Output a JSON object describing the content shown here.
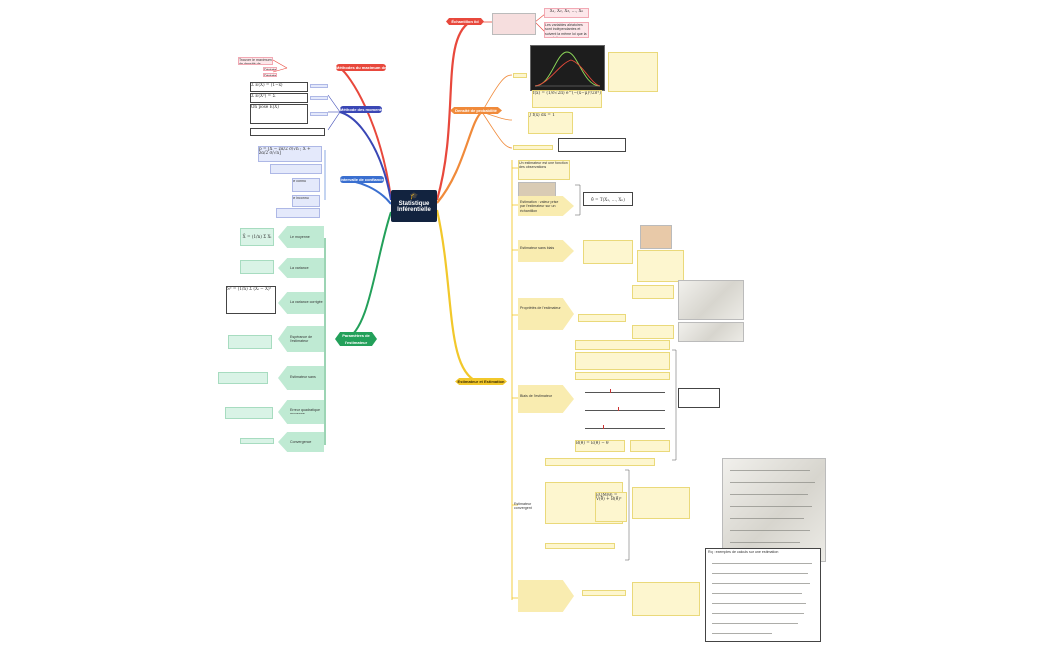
{
  "center": {
    "title": "Statistique Inférentielle",
    "icon": "graduation-cap-icon"
  },
  "branches": {
    "red_top": {
      "label": "Échantillon iid",
      "formula": "X₁, X₂, X₃, …, Xₙ",
      "note": "Les variables aléatoires sont indépendantes et suivent la même loi que la population"
    },
    "orange": {
      "label": "Densité de probabilité"
    },
    "yellow": {
      "label": "Estimateur et Estimation"
    },
    "green": {
      "label": "Paramètres de l'estimateur"
    },
    "red_left": {
      "label": "Méthodes du maximum de vraisemblance"
    },
    "blue_left": {
      "label": "Méthode des moments"
    },
    "blue2_left": {
      "label": "Intervalle de confiance"
    }
  },
  "left_nodes": {
    "mle_1": "Trouver le maximum de densité de probabilité",
    "mle_2": "Dérivée nulle",
    "mle_3": "Dérivée seconde",
    "mom_1": "Σ E(X) = (1−x)",
    "mom_2": "Σ E(X²) = Σ",
    "mom_3": "On pose E(X)",
    "ic_1": "p = [X̄ − zα/2 σ/√n ; X̄ + zα/2 σ/√n]",
    "ic_2": "σ connu",
    "ic_3": "σ inconnu",
    "green_1": "Le moyenne empirique",
    "green_2": "La variance empirique",
    "green_3": "La variance corrigée",
    "green_4": "Espérance de l'estimateur",
    "green_5": "Estimateur sans biais",
    "green_6": "Erreur quadratique moyenne",
    "green_7": "Convergence"
  },
  "formulas": {
    "mean": "X̄ = (1/n) Σ Xᵢ",
    "var": "S² = (1/n) Σ (Xᵢ − X̄)²",
    "eqm": "EQM(θ̂) = V(θ̂) + B(θ̂)²",
    "bias": "B(θ̂) = E(θ̂) − θ",
    "sum_density": "∫ f(x) dx = 1",
    "estimator": "θ̂ = T(X₁, …, Xₙ)",
    "normal": "f(x) = (1/σ√2π) e^(−(x−μ)²/2σ²)"
  },
  "right_nodes": {
    "r1": "Un estimateur est une fonction des observations",
    "r2": "Estimation : valeur prise par l'estimateur sur un échantillon",
    "r3": "Estimateur sans biais",
    "r4": "Propriétés de l'estimateur",
    "r5": "Biais de l'estimateur",
    "r6": "Estimateur convergent"
  },
  "final_note": "Rq : exemples de calculs sur une estimation"
}
